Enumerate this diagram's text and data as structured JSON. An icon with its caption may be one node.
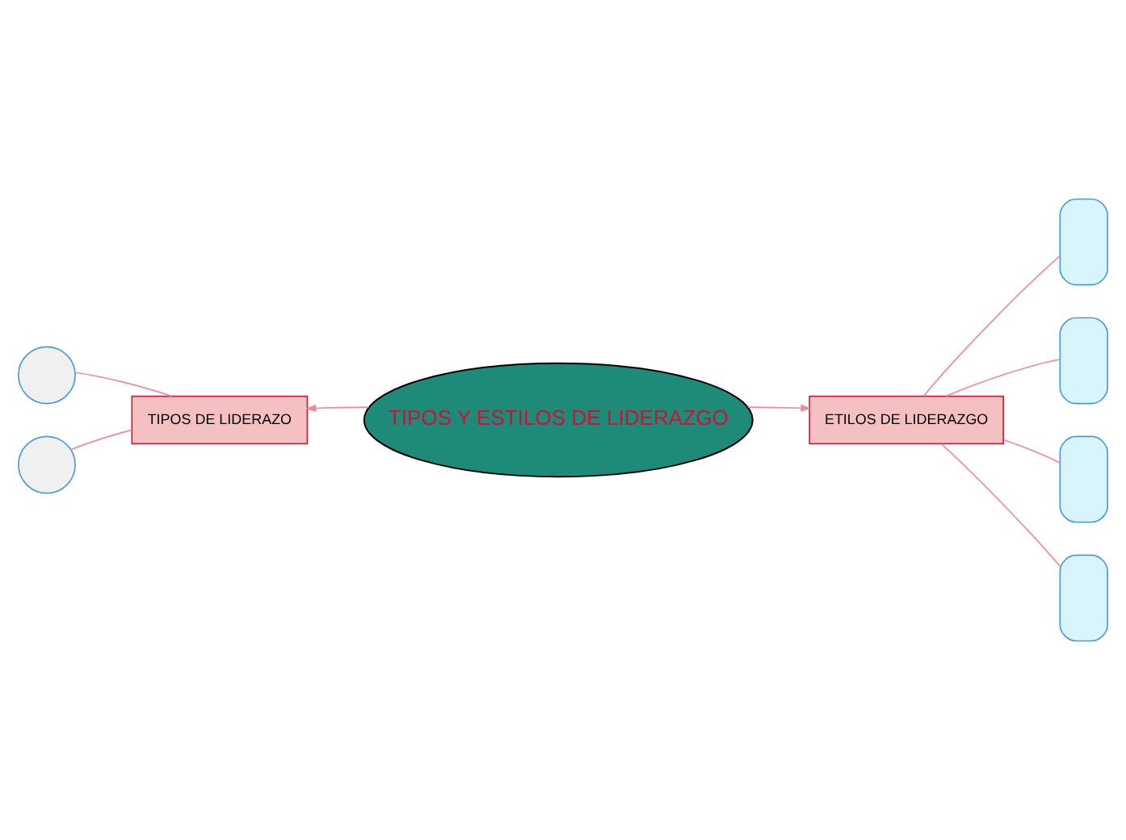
{
  "diagram": {
    "nodes": [
      {
        "text": [
          "TIPOS Y ESTILOS DE LIDERAZGO"
        ]
      },
      {
        "text": [
          "TIPOS DE LIDERAZO"
        ]
      },
      {
        "text": [
          "ETILOS DE LIDERAZGO"
        ]
      },
      {
        "text": [],
        "shape": "circle"
      },
      {
        "text": [],
        "shape": "circle"
      },
      {
        "text": [],
        "shape": "box"
      },
      {
        "text": [],
        "shape": "box"
      },
      {
        "text": [],
        "shape": "box"
      },
      {
        "text": [],
        "shape": "box"
      }
    ],
    "edges": [
      {
        "from": 0,
        "to": 1,
        "arrow": "to"
      },
      {
        "from": 0,
        "to": 2,
        "arrow": "to"
      },
      {
        "from": 1,
        "to": 3,
        "arrow": "none"
      },
      {
        "from": 1,
        "to": 4,
        "arrow": "none"
      },
      {
        "from": 2,
        "to": 5,
        "arrow": "none"
      },
      {
        "from": 2,
        "to": 6,
        "arrow": "none"
      },
      {
        "from": 2,
        "to": 7,
        "arrow": "none"
      },
      {
        "from": 2,
        "to": 8,
        "arrow": "none"
      }
    ]
  }
}
